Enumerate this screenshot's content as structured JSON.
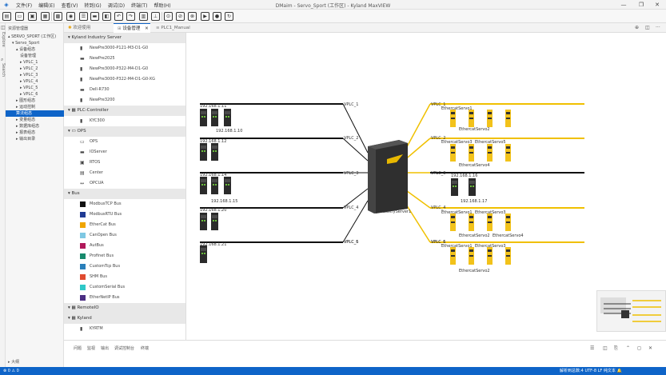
{
  "window": {
    "menus": [
      "文件(F)",
      "编辑(E)",
      "查看(V)",
      "转到(G)",
      "调试(D)",
      "终端(T)",
      "帮助(H)"
    ],
    "title": "DMaim - Servo_Sport (工作区) - Kyland MaxVIEW",
    "controls": [
      "—",
      "❐",
      "✕"
    ]
  },
  "toolbar": {
    "icons": [
      "▤",
      "▭",
      "▣",
      "▦",
      "▩",
      "◉",
      "☰",
      "▬",
      "◧",
      "↶",
      "↷",
      "▥",
      "⊥",
      "⊙",
      "⊘",
      "⊗",
      "▶",
      "●",
      "↻"
    ]
  },
  "activity": {
    "explore": "Explore",
    "search": "Search"
  },
  "explorer": {
    "header": "资源管理器",
    "tree": [
      {
        "label": "▴ SERVO_SPORT (工作区)",
        "indent": 0
      },
      {
        "label": "▾ Servo_Sport",
        "indent": 1
      },
      {
        "label": "▴ 设备组态",
        "indent": 2
      },
      {
        "label": "设备管理",
        "indent": 3
      },
      {
        "label": "▸ VPLC_1",
        "indent": 3
      },
      {
        "label": "▸ VPLC_2",
        "indent": 3
      },
      {
        "label": "▸ VPLC_3",
        "indent": 3
      },
      {
        "label": "▸ VPLC_4",
        "indent": 3
      },
      {
        "label": "▸ VPLC_5",
        "indent": 3
      },
      {
        "label": "▸ VPLC_6",
        "indent": 3
      },
      {
        "label": "▸ 图形组态",
        "indent": 2
      },
      {
        "label": "▸ 运动控制",
        "indent": 2
      },
      {
        "label": "算法组态",
        "indent": 2,
        "selected": true
      },
      {
        "label": "▸ 变量组态",
        "indent": 2
      },
      {
        "label": "▸ 数据库组态",
        "indent": 2
      },
      {
        "label": "▸ 报表组态",
        "indent": 2
      },
      {
        "label": "▸ 输出目录",
        "indent": 2
      }
    ],
    "footer": "▸ 大纲"
  },
  "tabs": [
    {
      "label": "欢迎使用",
      "active": false
    },
    {
      "label": "设备管理",
      "active": true,
      "close": "✕"
    },
    {
      "label": "PLC1_Manual",
      "active": false
    }
  ],
  "tab_actions": [
    "⊕",
    "◫",
    "···"
  ],
  "palette": {
    "sections": [
      {
        "title": "▾ Kyland Industry Server",
        "items": [
          {
            "label": "NewPre3000-P121-M3-D1-G0",
            "icon": "▮"
          },
          {
            "label": "NewPre2025",
            "icon": "▬"
          },
          {
            "label": "NewPre3000-P322-M4-D1-G0",
            "icon": "▮"
          },
          {
            "label": "NewPre3000-P322-M4-D1-G0-XG",
            "icon": "▮"
          },
          {
            "label": "Dell-R730",
            "icon": "▬"
          },
          {
            "label": "NewPre3200",
            "icon": "▮"
          }
        ]
      },
      {
        "title": "▾ ▦ PLC-Controller",
        "items": [
          {
            "label": "KYC300",
            "icon": "▮"
          }
        ]
      },
      {
        "title": "▾ ▭ OPS",
        "items": [
          {
            "label": "OPS",
            "icon": "▭"
          },
          {
            "label": "IOServer",
            "icon": "▬"
          },
          {
            "label": "RTOS",
            "icon": "▣"
          },
          {
            "label": "Center",
            "icon": "▤"
          },
          {
            "label": "OPCUA",
            "icon": "↔"
          }
        ]
      },
      {
        "title": "▾ Bus",
        "items": [
          {
            "label": "ModbusTCP Bus",
            "color": "#111111"
          },
          {
            "label": "ModbusRTU Bus",
            "color": "#1f3a93"
          },
          {
            "label": "EtherCat Bus",
            "color": "#f0a500"
          },
          {
            "label": "CanOpen Bus",
            "color": "#7ec8e3"
          },
          {
            "label": "AutBus",
            "color": "#b0185a"
          },
          {
            "label": "Profinet Bus",
            "color": "#178a6c"
          },
          {
            "label": "CustomTcp Bus",
            "color": "#2a7fba"
          },
          {
            "label": "SHM Bus",
            "color": "#e04a2f"
          },
          {
            "label": "CustomSerial Bus",
            "color": "#2ec8c8"
          },
          {
            "label": "EtherNetIP Bus",
            "color": "#4b2e83"
          }
        ]
      },
      {
        "title": "▾ ▦ RemoteIO",
        "items": []
      },
      {
        "title": "▾ ▦ Kyland",
        "items": [
          {
            "label": "KYRTM",
            "icon": "▮"
          }
        ]
      }
    ]
  },
  "diagram": {
    "server_label": "IndustryServer1",
    "vplcs": [
      "VPLC_1",
      "VPLC_2",
      "VPLC_3",
      "VPLC_4",
      "VPLC_5",
      "VPLC_6"
    ],
    "vplcs_right": [
      "VPLC_1",
      "VPLC_2",
      "VPLC_3",
      "VPLC_4",
      "VPLC_5",
      "VPLC_6"
    ],
    "ip_labels": [
      "192.168.1.11",
      "192.168.1.10",
      "192.168.1.12",
      "192.168.1.14",
      "192.168.1.15",
      "192.168.1.20",
      "192.168.1.21",
      "192.168.1.16",
      "192.168.1.17"
    ],
    "ethercat_labels": [
      "EthercatServo1",
      "EthercatServo2",
      "EthercatServo3",
      "EthercatServo5",
      "EthercatServo4",
      "EthercatServo1",
      "EthercatServo3",
      "EthercatServo2",
      "EthercatServo4",
      "EthercatServo1",
      "EthercatServo3",
      "EthercatServo2"
    ]
  },
  "bottom_panel": {
    "tabs": [
      "问题",
      "监视",
      "输出",
      "调试控制台",
      "终端"
    ],
    "actions": [
      "☰",
      "◫",
      "⎘",
      "⌃",
      "◻",
      "✕"
    ]
  },
  "status": {
    "left": "⊗ 0 ⚠ 0",
    "right": "解析到总数:4   UTF-8   LF   纯文本   🔔"
  },
  "colors": {
    "accent": "#0e64c8",
    "ethercat": "#f0c000",
    "bus": "#111111"
  }
}
